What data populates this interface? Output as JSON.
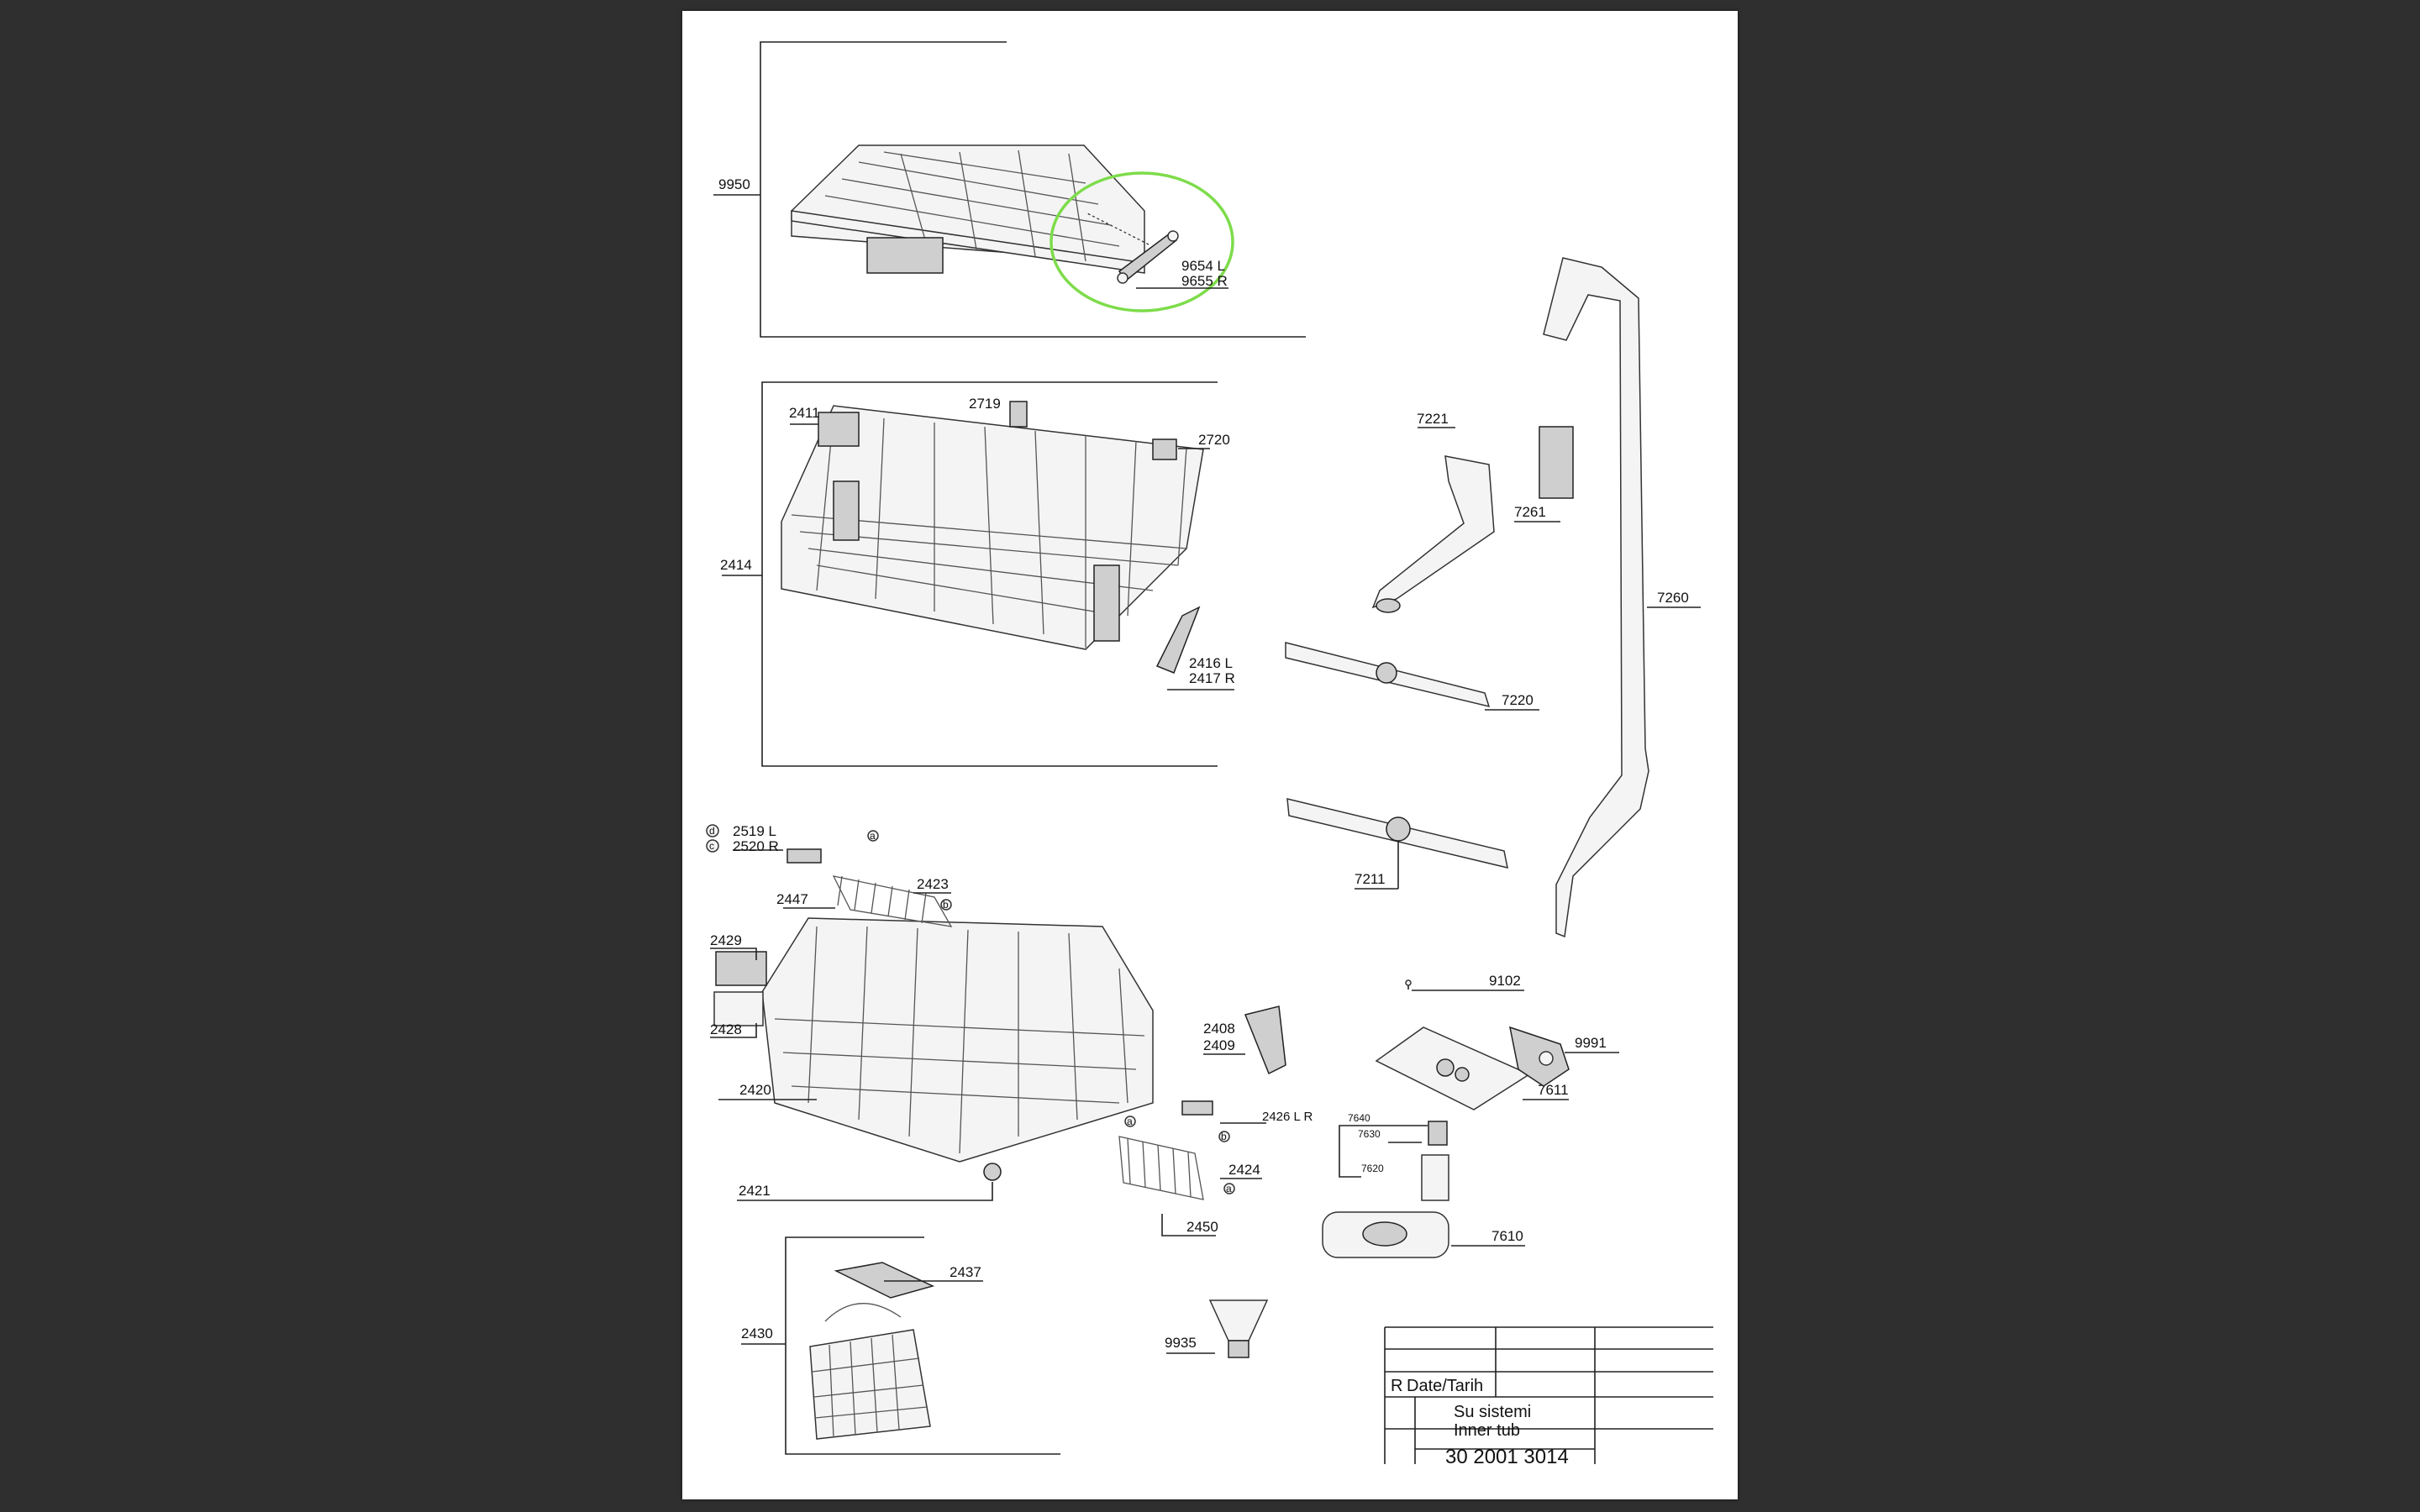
{
  "parts": {
    "p9950": "9950",
    "p9654": "9654 L",
    "p9655": "9655 R",
    "p2411": "2411",
    "p2719": "2719",
    "p2720": "2720",
    "p2414": "2414",
    "p2416": "2416 L",
    "p2417": "2417 R",
    "p7221": "7221",
    "p7261": "7261",
    "p7260": "7260",
    "p7220": "7220",
    "p7211": "7211",
    "p2519": "2519 L",
    "p2520": "2520 R",
    "p2423": "2423",
    "p2447": "2447",
    "p2429": "2429",
    "p2428": "2428",
    "p2420": "2420",
    "p2421": "2421",
    "p2408": "2408",
    "p2409": "2409",
    "p2426": "2426 L R",
    "p2424": "2424",
    "p2450": "2450",
    "p2437": "2437",
    "p2430": "2430",
    "p9935": "9935",
    "p9102": "9102",
    "p9991": "9991",
    "p7611": "7611",
    "p7640": "7640",
    "p7630": "7630",
    "p7620": "7620",
    "p7610": "7610"
  },
  "callouts": {
    "d": "d",
    "c": "c",
    "a": "a",
    "b": "b"
  },
  "title_block": {
    "rev_label": "R",
    "date_label": "Date/Tarih",
    "desc_tr": "Su sistemi",
    "desc_en": "Inner tub",
    "drawing_number": "30 2001 3014"
  },
  "colors": {
    "background": "#2f2f2f",
    "sheet": "#ffffff",
    "highlight": "#7ddc4a"
  }
}
